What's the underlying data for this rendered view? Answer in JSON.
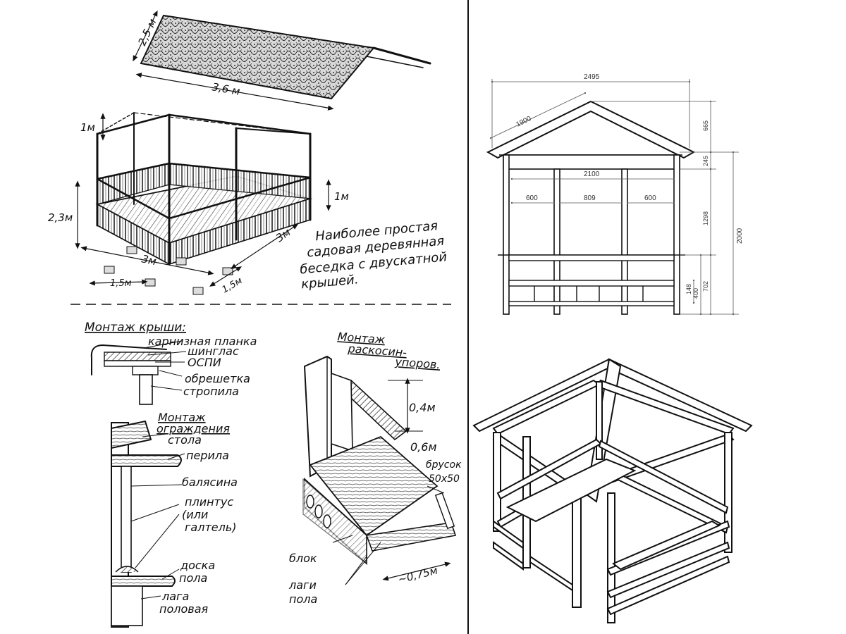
{
  "sketch": {
    "roof_width": "2,5 м",
    "roof_length": "3,6 м",
    "height_top": "1м",
    "height_total": "2,3м",
    "rail_height": "1м",
    "base_length": "3м",
    "base_depth": "3м",
    "post_spacing_a": "1,5м",
    "post_spacing_b": "1,5м",
    "caption_l1": "Наиболее простая",
    "caption_l2": "садовая деревянная",
    "caption_l3": "беседка с двускатной",
    "caption_l4": "крышей."
  },
  "roof_detail": {
    "title": "Монтаж крыши:",
    "label_1": "карнизная планка",
    "label_2": "шинглас",
    "label_3": "ОСПИ",
    "label_4": "обрешетка",
    "label_5": "стропила"
  },
  "rail_detail": {
    "title_l1": "Монтаж",
    "title_l2": "ограждения",
    "label_1": "стола",
    "label_2": "перила",
    "label_3": "балясина",
    "label_4a": "плинтус",
    "label_4b": "(или",
    "label_4c": "галтель)",
    "label_5a": "доска",
    "label_5b": "пола",
    "label_6a": "лага",
    "label_6b": "половая"
  },
  "brace_detail": {
    "title_l1": "Монтаж",
    "title_l2": "раскосин-",
    "title_l3": "упоров.",
    "dim_1": "0,4м",
    "dim_2": "0,6м",
    "bar_l1": "брусок",
    "bar_l2": "50х50",
    "label_block": "блок",
    "label_lag_1": "лаги",
    "label_lag_2": "пола",
    "dim_width": "~0,75м"
  },
  "elevation": {
    "overall_width": "2495",
    "rafter_length": "1900",
    "roof_height": "665",
    "inner_width": "2100",
    "bay_left": "600",
    "bay_center": "809",
    "bay_right": "600",
    "beam_depth": "245",
    "opening_height": "1298",
    "total_height": "2000",
    "bench_height": "148",
    "bench_level": "400",
    "rail_level": "702"
  }
}
